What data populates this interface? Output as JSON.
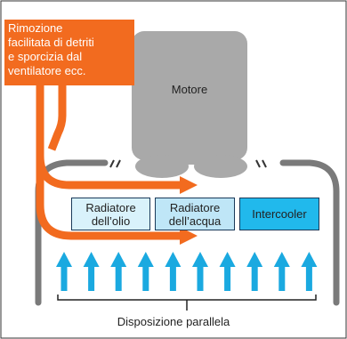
{
  "diagram": {
    "note_lines": [
      "Rimozione",
      "facilitata di detriti",
      "e sporcizia dal",
      "ventilatore ecc."
    ],
    "engine_label": "Motore",
    "radiators": [
      {
        "line1": "Radiatore",
        "line2": "dell’olio",
        "color": "#d9f2fb"
      },
      {
        "line1": "Radiatore",
        "line2": "dell’acqua",
        "color": "#bfe6f7"
      },
      {
        "line1": "Intercooler",
        "line2": "",
        "color": "#21b9ec"
      }
    ],
    "caption": "Disposizione parallela",
    "colors": {
      "arrow_orange": "#f26b1f",
      "engine_gray": "#a9a9a9",
      "airflow_blue": "#1aa9e0",
      "hood_gray": "#7a7a7a"
    }
  }
}
